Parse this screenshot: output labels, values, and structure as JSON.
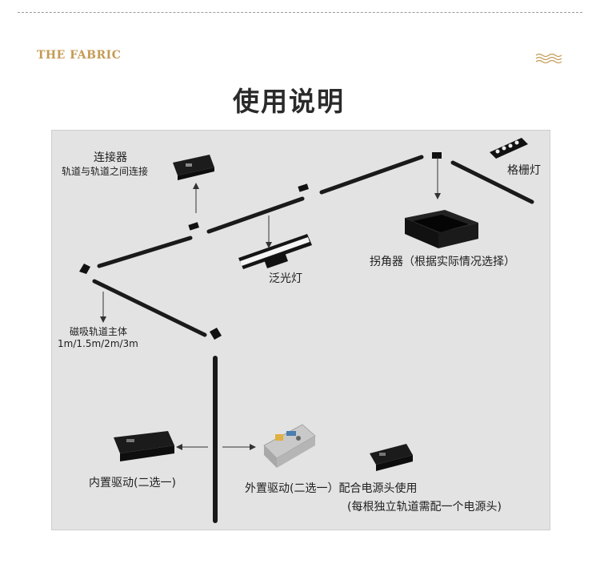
{
  "header": {
    "brand": "THE FABRIC",
    "title": "使用说明",
    "decor_icon": "wave-lines-icon",
    "accent_color": "#c49a53"
  },
  "diagram": {
    "background_color": "#e3e3e3",
    "labels": {
      "connector": "连接器",
      "connector_desc": "轨道与轨道之间连接",
      "grille_light": "格栅灯",
      "corner": "拐角器（根据实际情况选择）",
      "flood_light": "泛光灯",
      "track_body": "磁吸轨道主体",
      "track_lengths": "1m/1.5m/2m/3m",
      "internal_driver": "内置驱动(二选一)",
      "external_driver": "外置驱动(二选一）配合电源头使用",
      "power_note": "(每根独立轨道需配一个电源头)"
    }
  }
}
